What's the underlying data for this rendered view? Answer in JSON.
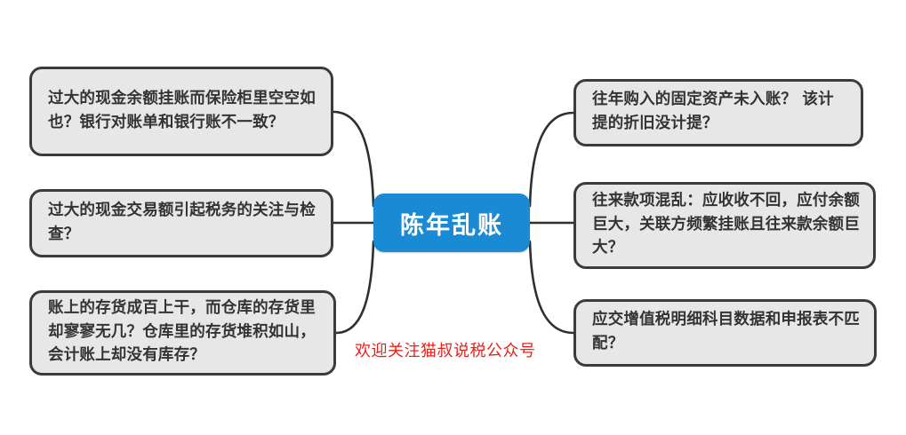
{
  "diagram": {
    "type": "mind-map",
    "center": {
      "label": "陈年乱账",
      "fill": "#1b8ad4",
      "text_color": "#ffffff"
    },
    "branch_style": {
      "fill": "#e7e7e7",
      "border": "#3b3b3b",
      "text_color": "#333333"
    },
    "branches": [
      {
        "id": "cash-balance",
        "side": "left",
        "label": "过大的现金余额挂账而保险柜里空空如也？银行对账单和银行账不一致？"
      },
      {
        "id": "cash-trade",
        "side": "left",
        "label": "过大的现金交易额引起税务的关注与检查？"
      },
      {
        "id": "inventory",
        "side": "left",
        "label": "账上的存货成百上干，而仓库的存货里却寥寥无几？仓库里的存货堆积如山，会计账上却没有库存？"
      },
      {
        "id": "fixed-assets",
        "side": "right",
        "label": "往年购入的固定资产未入账？ 该计提的折旧没计提？"
      },
      {
        "id": "receivables",
        "side": "right",
        "label": "往来款项混乱：应收收不回，应付余额巨大，关联方频繁挂账且往来款余额巨大？"
      },
      {
        "id": "vat",
        "side": "right",
        "label": "应交增值税明细科目数据和申报表不匹配？"
      }
    ],
    "watermark": {
      "text": "欢迎关注猫叔说税公众号",
      "color": "#e8221a"
    }
  }
}
